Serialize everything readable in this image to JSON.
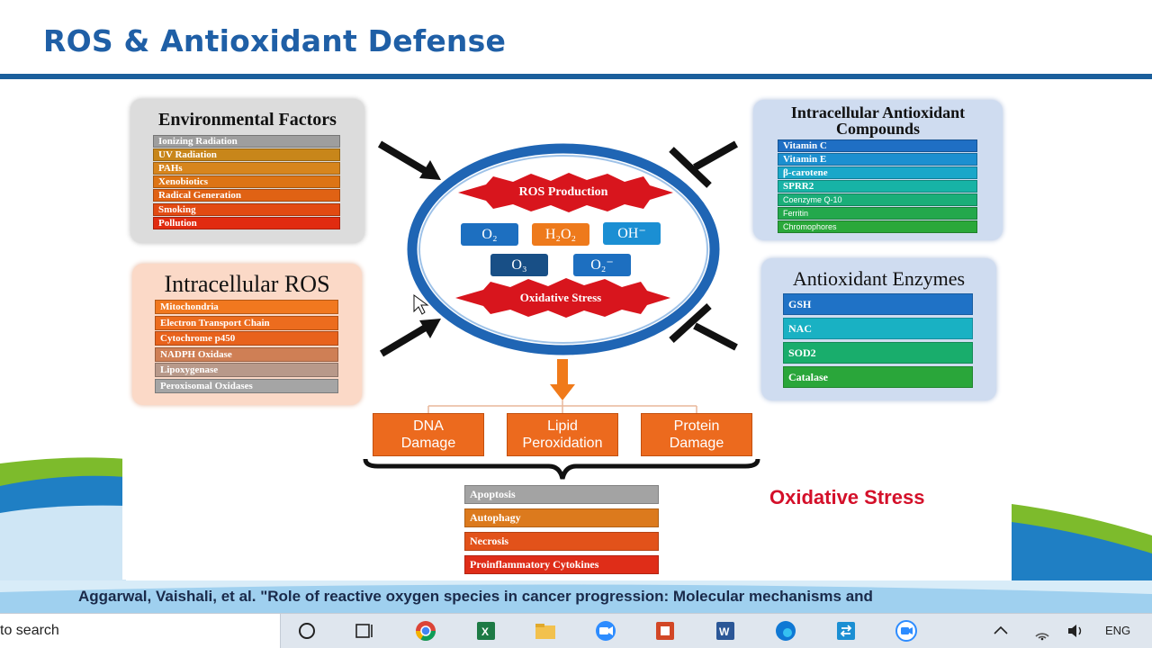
{
  "slide": {
    "title": "ROS & Antioxidant Defense",
    "citation": "Aggarwal, Vaishali, et al. \"Role of reactive oxygen species in cancer progression: Molecular mechanisms and"
  },
  "environmental_factors": {
    "title": "Environmental Factors",
    "items": [
      {
        "label": "Ionizing Radiation",
        "color": "#9e9e9e"
      },
      {
        "label": "UV Radiation",
        "color": "#c8861a"
      },
      {
        "label": "PAHs",
        "color": "#d7851d"
      },
      {
        "label": "Xenobiotics",
        "color": "#dd7415"
      },
      {
        "label": "Radical Generation",
        "color": "#e06214"
      },
      {
        "label": "Smoking",
        "color": "#e24a12"
      },
      {
        "label": "Pollution",
        "color": "#e12b10"
      }
    ]
  },
  "intracellular_ros": {
    "title": "Intracellular ROS",
    "items": [
      {
        "label": "Mitochondria",
        "color": "#f1781f"
      },
      {
        "label": "Electron Transport Chain",
        "color": "#ec6c1e"
      },
      {
        "label": "Cytochrome p450",
        "color": "#e8621c"
      },
      {
        "label": "NADPH Oxidase",
        "color": "#cf7f55"
      },
      {
        "label": "Lipoxygenase",
        "color": "#b8998a"
      },
      {
        "label": "Peroxisomal Oxidases",
        "color": "#a5a5a5"
      }
    ]
  },
  "antioxidant_compounds": {
    "title_line1": "Intracellular Antioxidant",
    "title_line2": "Compounds",
    "items": [
      {
        "label": "Vitamin C",
        "color": "#1f6fc4"
      },
      {
        "label": "Vitamin E",
        "color": "#1c8fd0"
      },
      {
        "label": "β-carotene",
        "color": "#1aa7c9"
      },
      {
        "label": "SPRR2",
        "color": "#17b3a6"
      },
      {
        "label": "Coenzyme Q-10",
        "color": "#1aae78"
      },
      {
        "label": "Ferritin",
        "color": "#23a84c"
      },
      {
        "label": "Chromophores",
        "color": "#2aa83a"
      }
    ]
  },
  "antioxidant_enzymes": {
    "title": "Antioxidant Enzymes",
    "items": [
      {
        "label": "GSH",
        "color": "#1f72c6"
      },
      {
        "label": "NAC",
        "color": "#19b1c3"
      },
      {
        "label": "SOD2",
        "color": "#19ad6c"
      },
      {
        "label": "Catalase",
        "color": "#2aa63a"
      }
    ]
  },
  "center": {
    "ros_production": "ROS Production",
    "oxidative_stress": "Oxidative Stress",
    "molecules": {
      "o2": "O₂",
      "h2o2": "H₂O₂",
      "oh": "OH⁻",
      "o3": "O₃",
      "o2_minus": "O₂⁻"
    },
    "molecule_colors": {
      "blue": "#1d6fc0",
      "orange": "#ee7a1c",
      "dark_blue": "#184f86",
      "sky": "#1b8fd3"
    }
  },
  "damage": [
    {
      "line1": "DNA",
      "line2": "Damage"
    },
    {
      "line1": "Lipid",
      "line2": "Peroxidation"
    },
    {
      "line1": "Protein",
      "line2": "Damage"
    }
  ],
  "outcomes": [
    {
      "label": "Apoptosis",
      "color": "#a3a3a3"
    },
    {
      "label": "Autophagy",
      "color": "#dc7a1d"
    },
    {
      "label": "Necrosis",
      "color": "#e2521a"
    },
    {
      "label": "Proinflammatory Cytokines",
      "color": "#df2d18"
    }
  ],
  "oxidative_stress_label": "Oxidative Stress",
  "taskbar": {
    "search_text": "to search",
    "language": "ENG"
  }
}
